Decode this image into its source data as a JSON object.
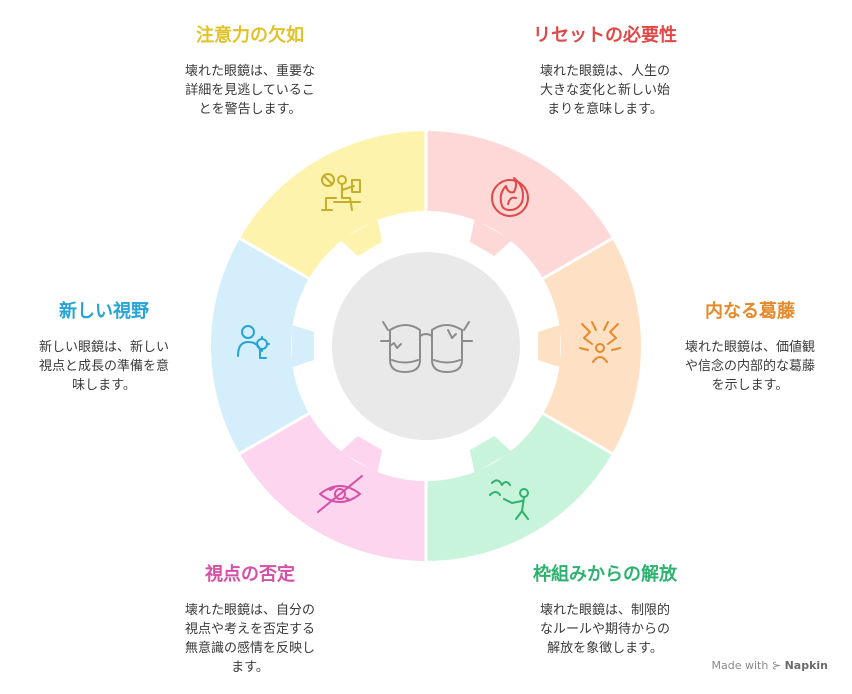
{
  "segments": [
    {
      "key": "attention",
      "title": "注意力の欠如",
      "body_lines": [
        "壊れた眼鏡は、重要な",
        "詳細を見逃しているこ",
        "とを警告します。"
      ],
      "color": "#fdf3ad",
      "text_color": "#e2c22a",
      "icon_color": "#c7ae2a",
      "icon": "person-with-prohibited-sign-icon"
    },
    {
      "key": "reset",
      "title": "リセットの必要性",
      "body_lines": [
        "壊れた眼鏡は、人生の",
        "大きな変化と新しい始",
        "まりを意味します。"
      ],
      "color": "#fdd8d6",
      "text_color": "#e04848",
      "icon_color": "#e04848",
      "icon": "phoenix-flame-icon"
    },
    {
      "key": "conflict",
      "title": "内なる葛藤",
      "body_lines": [
        "壊れた眼鏡は、価値観",
        "や信念の内部的な葛藤",
        "を示します。"
      ],
      "color": "#fee1c4",
      "text_color": "#e48a2b",
      "icon_color": "#e48a2b",
      "icon": "inner-conflict-icon"
    },
    {
      "key": "liberation",
      "title": "枠組みからの解放",
      "body_lines": [
        "壊れた眼鏡は、制限的",
        "なルールや期待からの",
        "解放を象徴します。"
      ],
      "color": "#c8f4dc",
      "text_color": "#2db26f",
      "icon_color": "#2db26f",
      "icon": "person-releasing-birds-icon"
    },
    {
      "key": "denial",
      "title": "視点の否定",
      "body_lines": [
        "壊れた眼鏡は、自分の",
        "視点や考えを否定する",
        "無意識の感情を反映し",
        "ます。"
      ],
      "color": "#fdd5ee",
      "text_color": "#d64fa6",
      "icon_color": "#d64fa6",
      "icon": "eye-slash-icon"
    },
    {
      "key": "newview",
      "title": "新しい視野",
      "body_lines": [
        "新しい眼鏡は、新しい",
        "視点と成長の準備を意",
        "味します。"
      ],
      "color": "#d4effb",
      "text_color": "#26a4d6",
      "icon_color": "#26a4d6",
      "icon": "person-head-gears-icon"
    }
  ],
  "center": {
    "icon": "broken-glasses-icon",
    "color": "#e9e9e9",
    "icon_color": "#8c8c8c"
  },
  "watermark": {
    "prefix": "Made with",
    "brand": "Napkin"
  }
}
